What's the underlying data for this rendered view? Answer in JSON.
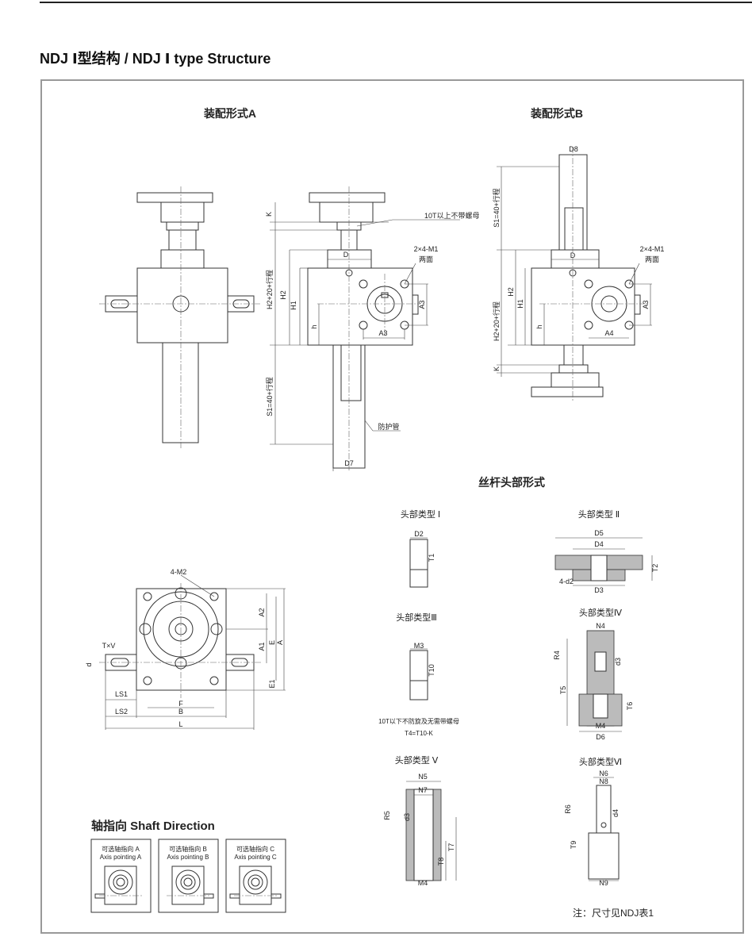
{
  "title": "NDJ Ⅰ型结构 / NDJ Ⅰ type Structure",
  "assembly_a": {
    "title": "装配形式A",
    "labels": [
      "K",
      "10T以上不带螺母",
      "D",
      "2×4-M1",
      "两面",
      "H2+20+行程",
      "H2",
      "H1",
      "h",
      "A3",
      "A3",
      "S1=40+行程",
      "防护管",
      "D7"
    ]
  },
  "assembly_b": {
    "title": "装配形式B",
    "labels": [
      "D8",
      "S1=40+行程",
      "D",
      "2×4-M1",
      "两面",
      "H2+20+行程",
      "H2",
      "H1",
      "h",
      "A3",
      "A4",
      "K"
    ]
  },
  "top_view": {
    "labels": [
      "4-M2",
      "T×V",
      "d",
      "A2",
      "A1",
      "E",
      "A",
      "E1",
      "LS1",
      "F",
      "LS2",
      "B",
      "L"
    ]
  },
  "screw_heads": {
    "title": "丝杆头部形式",
    "type1": {
      "name": "头部类型 Ⅰ",
      "labels": [
        "D2",
        "T1"
      ]
    },
    "type2": {
      "name": "头部类型 Ⅱ",
      "labels": [
        "D5",
        "D4",
        "4-d2",
        "D3",
        "T2"
      ]
    },
    "type3": {
      "name": "头部类型Ⅲ",
      "labels": [
        "M3",
        "T10"
      ],
      "note1": "10T以下不防旋及无需带螺母",
      "note2": "T4=T10-K"
    },
    "type4": {
      "name": "头部类型Ⅳ",
      "labels": [
        "N4",
        "R4",
        "d3",
        "T5",
        "T6",
        "M4",
        "D6"
      ]
    },
    "type5": {
      "name": "头部类型 Ⅴ",
      "labels": [
        "N5",
        "N7",
        "R5",
        "d3",
        "T7",
        "T8",
        "M4"
      ]
    },
    "type6": {
      "name": "头部类型Ⅵ",
      "labels": [
        "N6",
        "N8",
        "R6",
        "d4",
        "T9",
        "N9"
      ]
    }
  },
  "shaft_direction": {
    "title": "轴指向 Shaft Direction",
    "options": [
      {
        "cn": "可选轴指向 A",
        "en": "Axis pointing A"
      },
      {
        "cn": "可选轴指向 B",
        "en": "Axis pointing B"
      },
      {
        "cn": "可选轴指向 C",
        "en": "Axis pointing C"
      }
    ]
  },
  "note": "注：尺寸见NDJ表1"
}
